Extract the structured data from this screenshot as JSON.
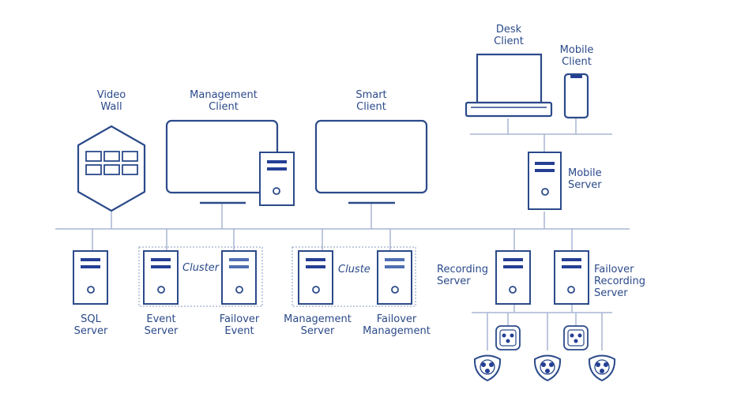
{
  "colors": {
    "line": "#2b4a8a",
    "bar": "#243f94",
    "bar_light": "#4f6fb3",
    "dotted": "#8a98bf",
    "bus": "#a9b6d3"
  },
  "labels": {
    "desk_client": [
      "Desk",
      "Client"
    ],
    "mobile_client": [
      "Mobile",
      "Client"
    ],
    "video_wall": [
      "Video",
      "Wall"
    ],
    "management_client": [
      "Management",
      "Client"
    ],
    "smart_client": [
      "Smart",
      "Client"
    ],
    "mobile_server": [
      "Mobile",
      "Server"
    ],
    "recording_server": [
      "Recording",
      "Server"
    ],
    "failover_recording_server": [
      "Failover",
      "Recording",
      "Server"
    ],
    "sql_server": [
      "SQL",
      "Server"
    ],
    "event_server": [
      "Event",
      "Server"
    ],
    "failover_event": [
      "Failover",
      "Event"
    ],
    "management_server": [
      "Management",
      "Server"
    ],
    "failover_management": [
      "Failover",
      "Management"
    ],
    "cluster_1": "Cluster",
    "cluster_2": "Cluste"
  },
  "icons": [
    "hexagon-video-wall-icon",
    "monitor-icon",
    "laptop-icon",
    "smartphone-icon",
    "server-tower-icon",
    "camera-icon"
  ]
}
